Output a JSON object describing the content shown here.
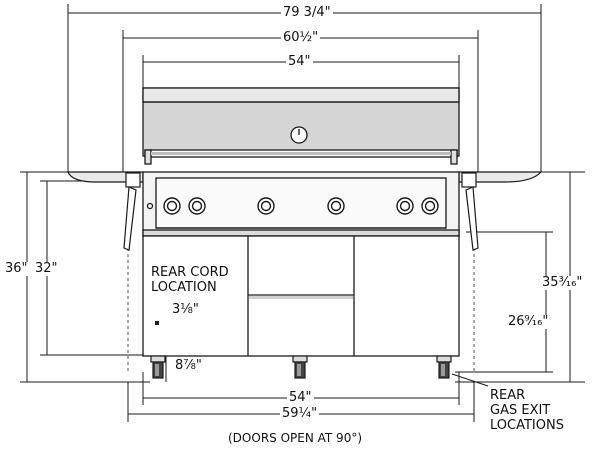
{
  "dimensions": {
    "overall_width": "79 3/4\"",
    "side_shelf_width": "60½\"",
    "hood_width": "54\"",
    "height_overall": "36\"",
    "height_counter": "32\"",
    "cord_offset": "3⅛\"",
    "cord_height": "8⅞\"",
    "right_height_upper": "35³⁄₁₆\"",
    "right_height_lower": "26⁹⁄₁₆\"",
    "cart_width": "54\"",
    "cart_width_doors_open": "59¼\""
  },
  "labels": {
    "rear_cord_line1": "REAR CORD",
    "rear_cord_line2": "LOCATION",
    "gas_exit_line1": "REAR",
    "gas_exit_line2": "GAS EXIT",
    "gas_exit_line3": "LOCATIONS",
    "doors_caption": "(DOORS OPEN AT 90°)"
  },
  "colors": {
    "line": "#1a1a1a",
    "shade": "#d9d9d9",
    "panel": "#f7f7f7"
  }
}
